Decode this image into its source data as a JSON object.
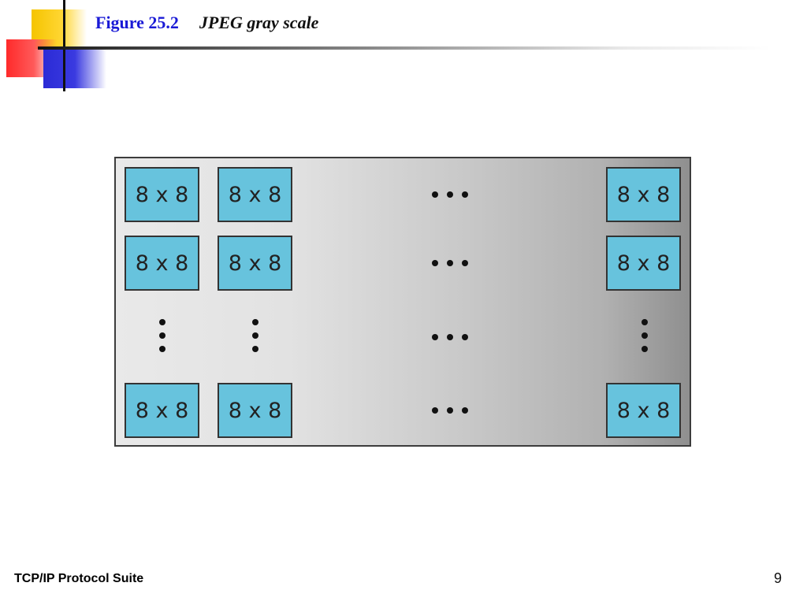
{
  "slide": {
    "figure_number": "Figure 25.2",
    "figure_title": "JPEG gray scale",
    "footer_text": "TCP/IP Protocol Suite",
    "page_number": "9"
  },
  "diagram": {
    "block_label": "8 x 8",
    "block_color": "#67c3dd",
    "panel_gradient": [
      "#e9e9e9",
      "#8f8f8f"
    ]
  },
  "colors": {
    "figure_number": "#1a1ad6",
    "title": "#111111"
  }
}
